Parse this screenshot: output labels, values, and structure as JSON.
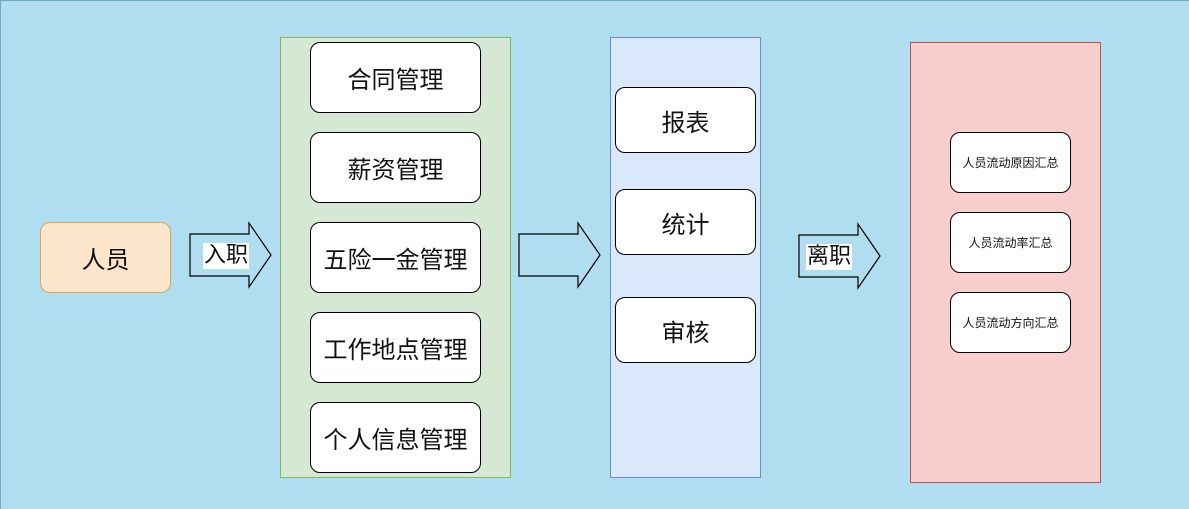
{
  "colors": {
    "background": "#b0ddef",
    "onboarding_panel": "#d5e8d4",
    "reporting_panel": "#dae8fc",
    "offboarding_panel": "#f8cecc",
    "person_node": "#fde5cc"
  },
  "person": {
    "label": "人员"
  },
  "arrows": {
    "onboard_label": "入职",
    "offboard_label": "离职"
  },
  "onboarding": {
    "items": [
      {
        "label": "合同管理"
      },
      {
        "label": "薪资管理"
      },
      {
        "label": "五险一金管理"
      },
      {
        "label": "工作地点管理"
      },
      {
        "label": "个人信息管理"
      }
    ]
  },
  "reporting": {
    "items": [
      {
        "label": "报表"
      },
      {
        "label": "统计"
      },
      {
        "label": "审核"
      }
    ]
  },
  "offboarding": {
    "items": [
      {
        "label": "人员流动原因汇总"
      },
      {
        "label": "人员流动率汇总"
      },
      {
        "label": "人员流动方向汇总"
      }
    ]
  }
}
